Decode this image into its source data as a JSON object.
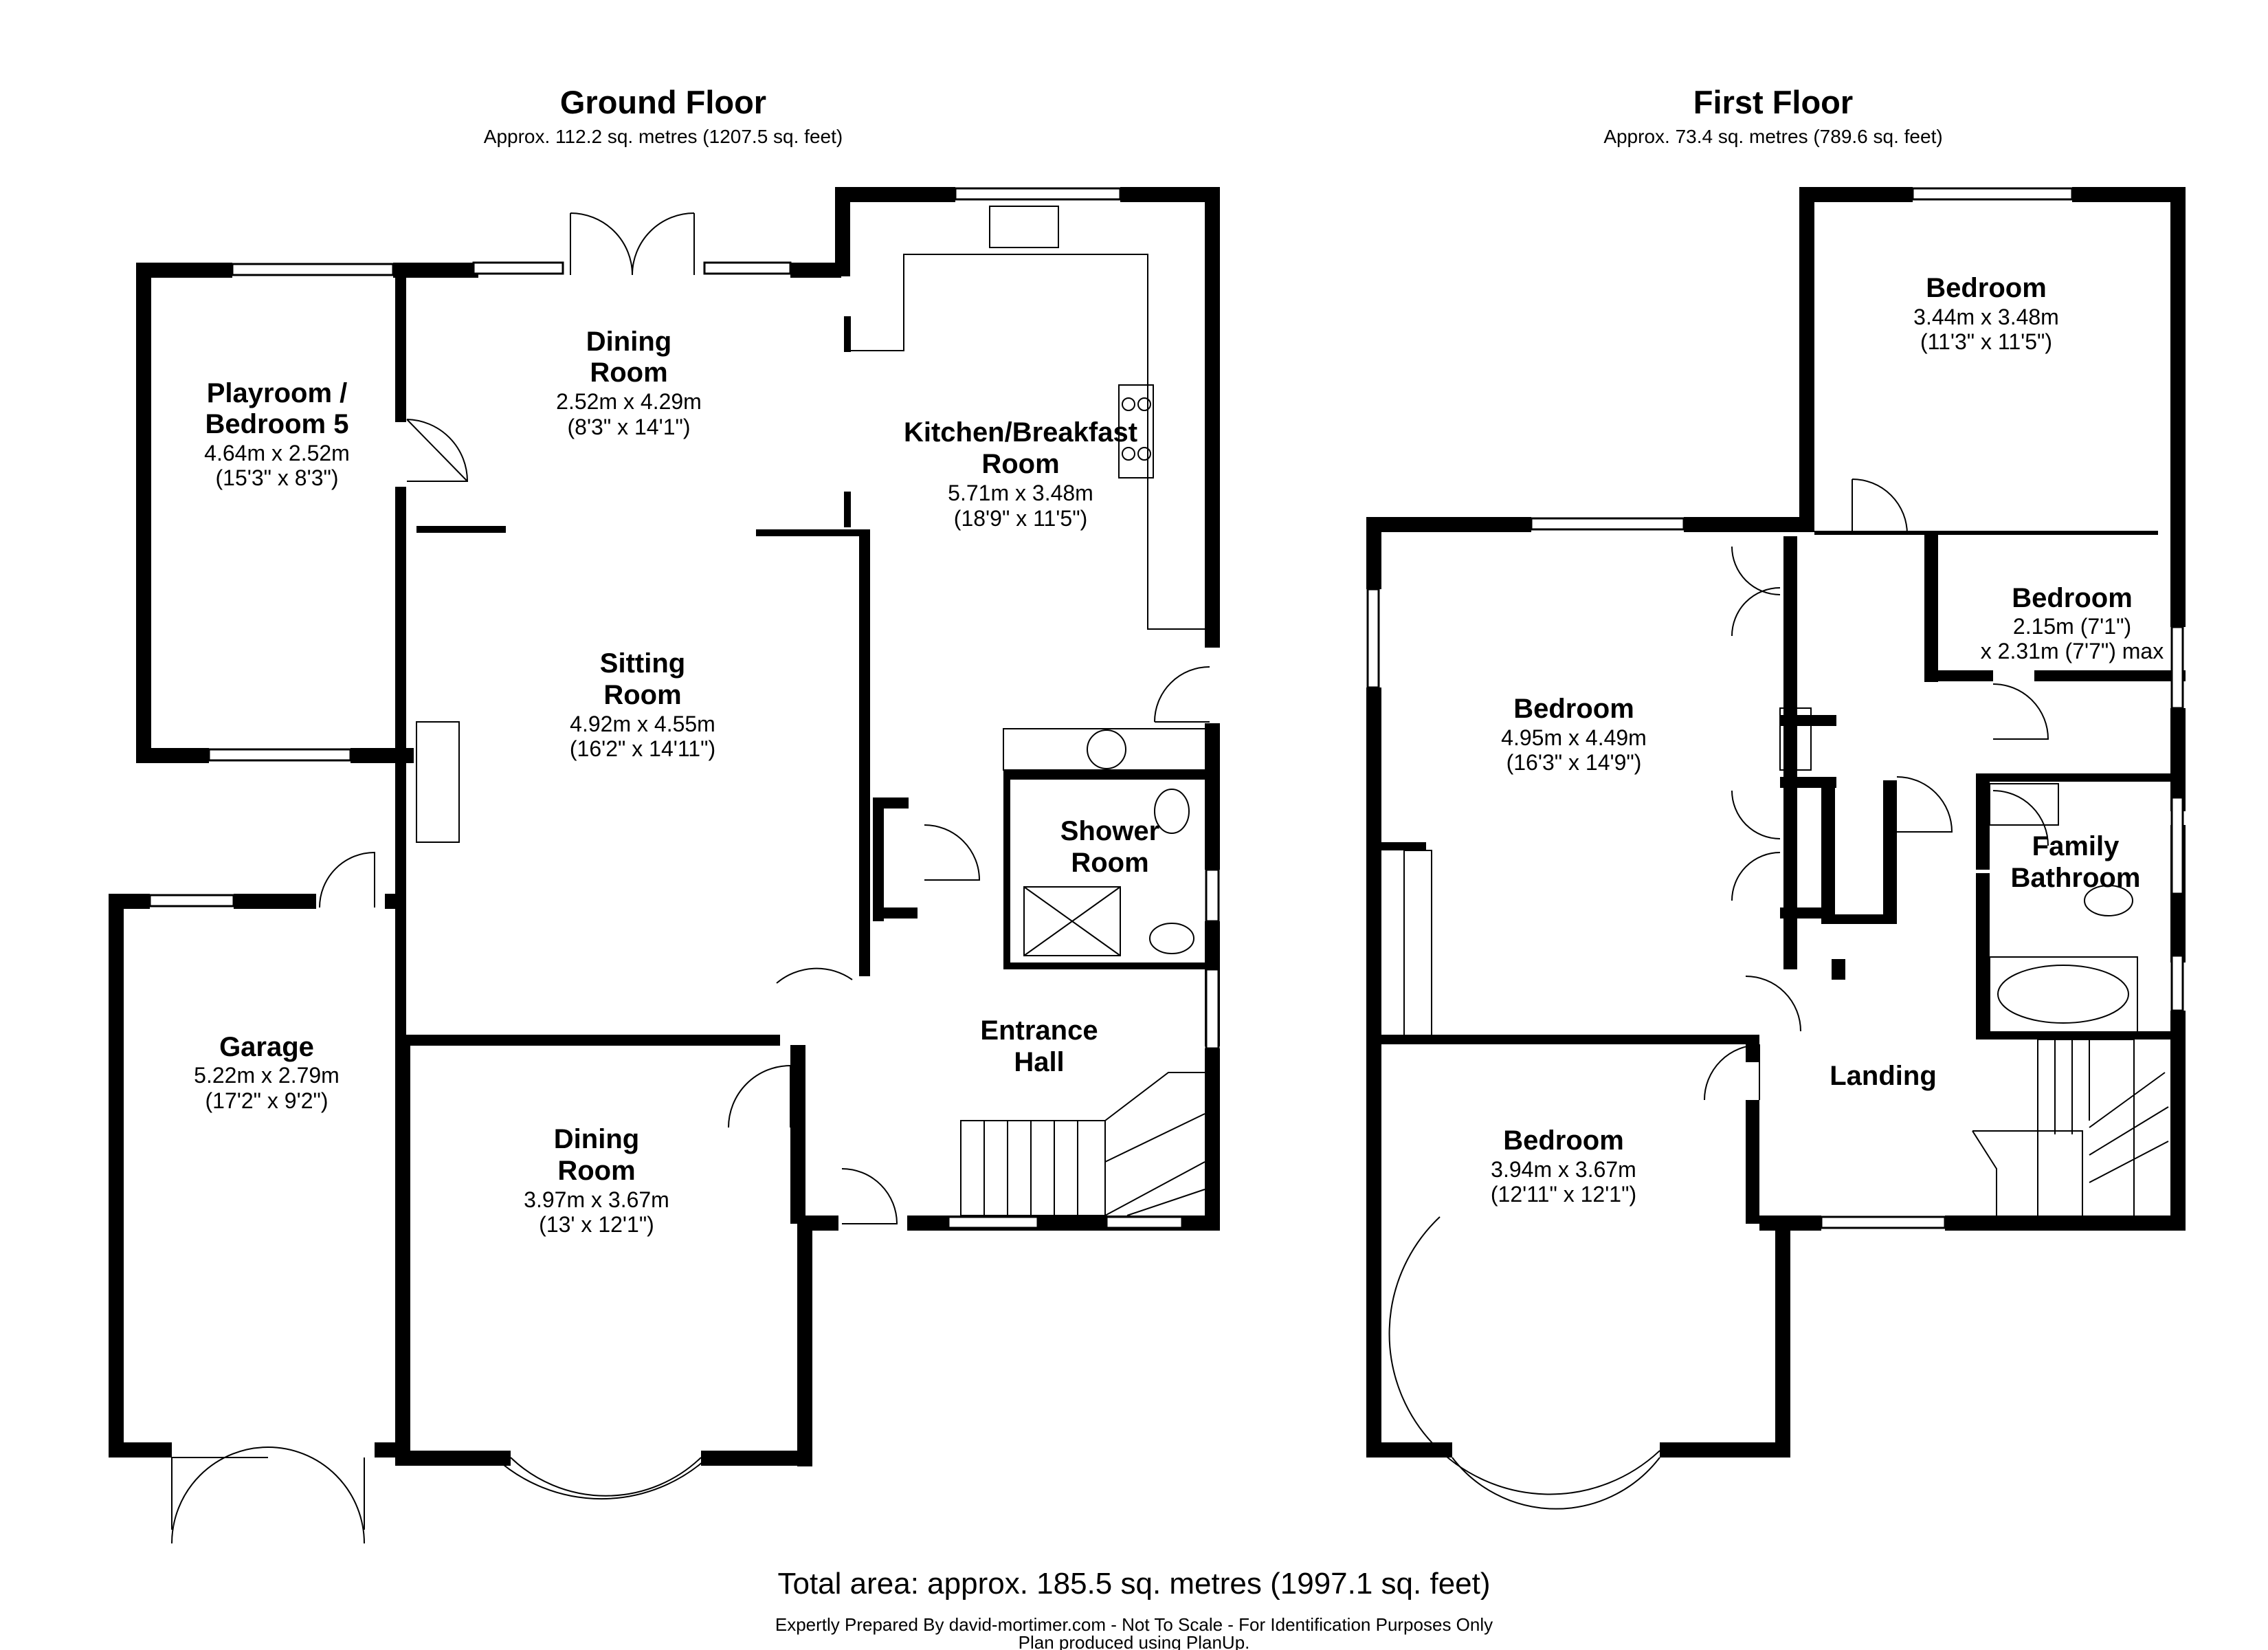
{
  "ground_floor": {
    "title": "Ground Floor",
    "area": "Approx. 112.2 sq. metres (1207.5 sq. feet)",
    "rooms": {
      "dining_room_rear": {
        "name_line1": "Dining",
        "name_line2": "Room",
        "dim1": "2.52m x 4.29m",
        "dim2": "(8'3\" x 14'1\")"
      },
      "playroom": {
        "name_line1": "Playroom /",
        "name_line2": "Bedroom 5",
        "dim1": "4.64m x 2.52m",
        "dim2": "(15'3\" x 8'3\")"
      },
      "kitchen": {
        "name_line1": "Kitchen/Breakfast",
        "name_line2": "Room",
        "dim1": "5.71m x 3.48m",
        "dim2": "(18'9\" x 11'5\")"
      },
      "sitting_room": {
        "name_line1": "Sitting",
        "name_line2": "Room",
        "dim1": "4.92m x 4.55m",
        "dim2": "(16'2\" x 14'11\")"
      },
      "shower_room": {
        "name_line1": "Shower",
        "name_line2": "Room"
      },
      "garage": {
        "name": "Garage",
        "dim1": "5.22m x 2.79m",
        "dim2": "(17'2\" x 9'2\")"
      },
      "entrance_hall": {
        "name_line1": "Entrance",
        "name_line2": "Hall"
      },
      "dining_room_front": {
        "name_line1": "Dining",
        "name_line2": "Room",
        "dim1": "3.97m x 3.67m",
        "dim2": "(13' x 12'1\")"
      }
    }
  },
  "first_floor": {
    "title": "First Floor",
    "area": "Approx. 73.4 sq. metres (789.6 sq. feet)",
    "rooms": {
      "bedroom_rear": {
        "name": "Bedroom",
        "dim1": "3.44m x 3.48m",
        "dim2": "(11'3\" x 11'5\")"
      },
      "bedroom_small": {
        "name": "Bedroom",
        "dim1": "2.15m (7'1\")",
        "dim2": "x 2.31m (7'7\") max"
      },
      "bedroom_large": {
        "name": "Bedroom",
        "dim1": "4.95m x 4.49m",
        "dim2": "(16'3\" x 14'9\")"
      },
      "family_bathroom": {
        "name_line1": "Family",
        "name_line2": "Bathroom"
      },
      "landing": {
        "name": "Landing"
      },
      "bedroom_front": {
        "name": "Bedroom",
        "dim1": "3.94m x 3.67m",
        "dim2": "(12'11\" x 12'1\")"
      }
    }
  },
  "footer": {
    "total_area": "Total area: approx. 185.5 sq. metres (1997.1 sq. feet)",
    "credit": "Expertly Prepared By david-mortimer.com - Not To Scale - For Identification Purposes Only",
    "software": "Plan produced using PlanUp."
  }
}
